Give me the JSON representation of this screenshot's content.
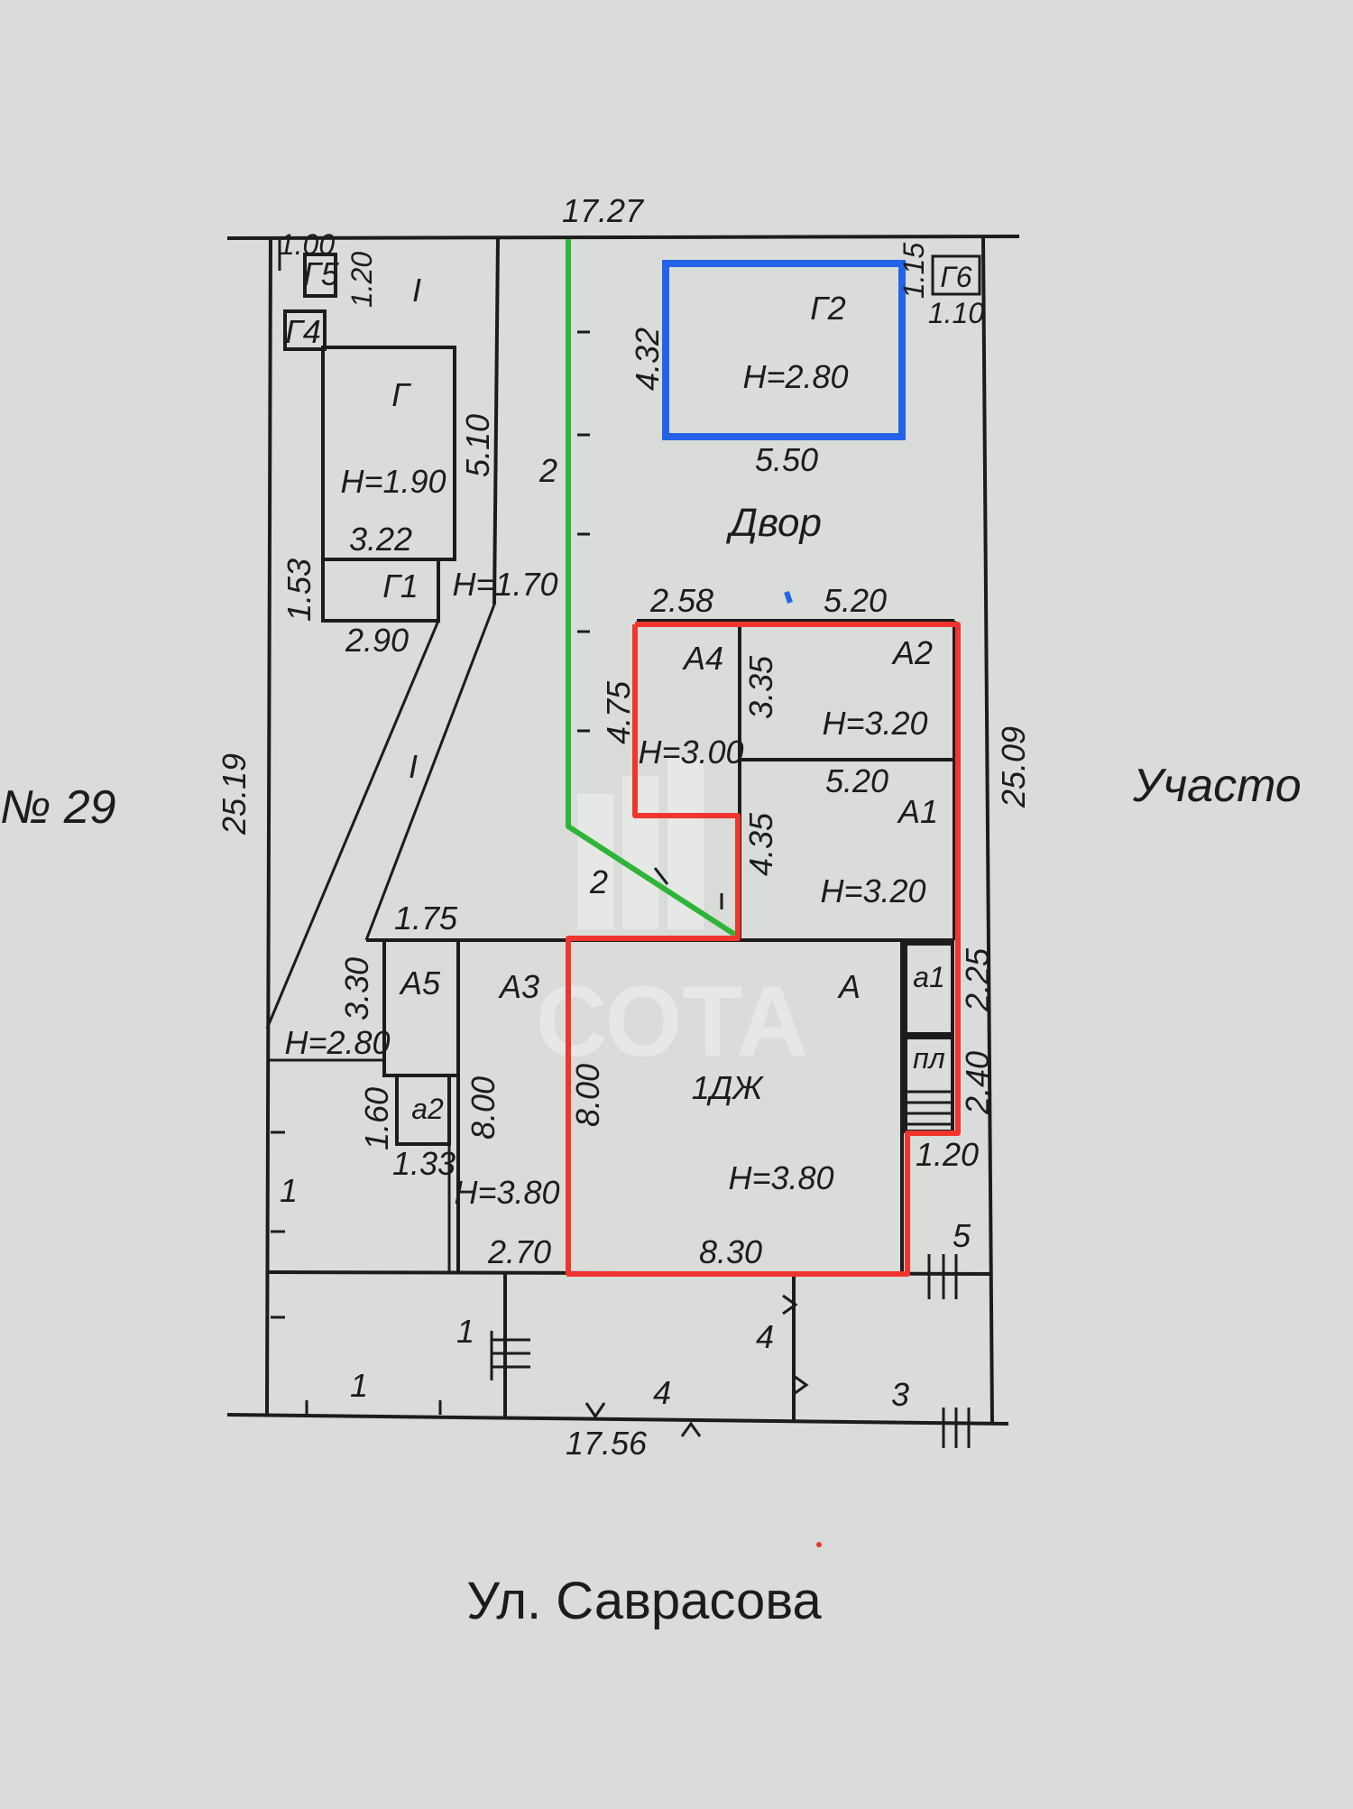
{
  "plan": {
    "neighbor_left": "№ 29",
    "neighbor_right": "Участо",
    "street": "Ул. Саврасова",
    "yard": "Двор",
    "watermark": "СОТА",
    "colors": {
      "paper": "#d9dcd8",
      "ink": "#1c1c1c",
      "house_outline": "#f0352e",
      "garage_outline": "#2463e8",
      "path_line": "#2fb43a"
    },
    "dimensions": {
      "top_width": "17.27",
      "bottom_width": "17.56",
      "left_depth": "25.19",
      "right_depth": "25.09",
      "d_1_00": "1.00",
      "d_1_20": "1.20",
      "d_1_15": "1.15",
      "d_1_10": "1.10",
      "d_4_32": "4.32",
      "d_5_50": "5.50",
      "d_5_10": "5.10",
      "d_3_22": "3.22",
      "d_1_53": "1.53",
      "d_2_90": "2.90",
      "d_2_58": "2.58",
      "d_5_20_top": "5.20",
      "d_3_35": "3.35",
      "d_4_75": "4.75",
      "d_5_20_mid": "5.20",
      "d_4_35": "4.35",
      "d_1_75": "1.75",
      "d_3_30": "3.30",
      "d_1_60": "1.60",
      "d_1_33": "1.33",
      "d_8_00_left": "8.00",
      "d_8_00_right": "8.00",
      "d_2_70": "2.70",
      "d_8_30": "8.30",
      "d_2_25": "2.25",
      "d_2_40": "2.40",
      "d_1_20_right": "1.20"
    },
    "structures": {
      "G": "Г",
      "G_height": "H=1.90",
      "G1": "Г1",
      "G1_height": "H=1.70",
      "G2": "Г2",
      "G2_height": "H=2.80",
      "G4": "Г4",
      "G5": "Г5",
      "G6": "Г6",
      "I_top": "I",
      "I_mid": "I",
      "A": "А",
      "A_unit": "1ДЖ",
      "A_height": "H=3.80",
      "A1": "А1",
      "A1_height": "H=3.20",
      "A2": "А2",
      "A2_height": "H=3.20",
      "A3": "А3",
      "A3_height": "H=3.80",
      "A4": "А4",
      "A4_height": "H=3.00",
      "A5": "А5",
      "A5_height": "H=2.80",
      "a1": "а1",
      "a2": "а2",
      "porch": "пл"
    },
    "fence_numbers": {
      "n2_top": "2",
      "n2_bottom": "2",
      "n1_left": "1",
      "n1_front": "1",
      "n1_bottom": "1",
      "n4_bottom": "4",
      "n4_mid": "4",
      "n3": "3",
      "n5": "5"
    }
  }
}
